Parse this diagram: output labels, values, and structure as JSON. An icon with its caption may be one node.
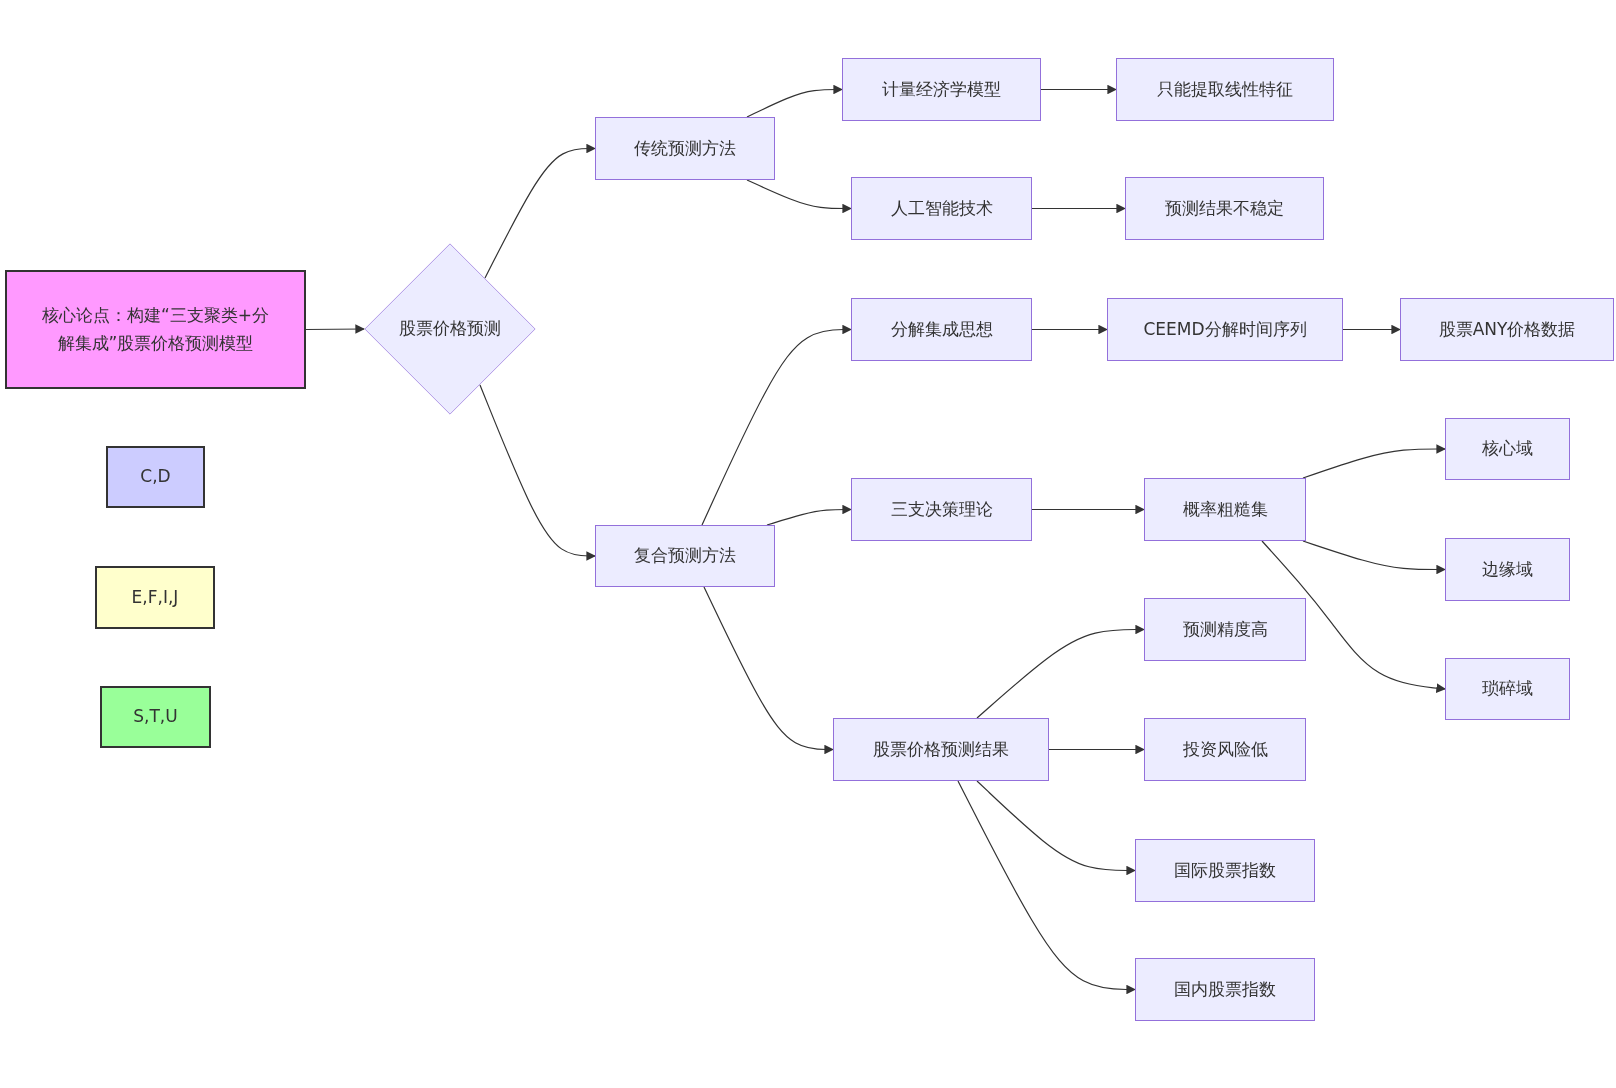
{
  "diagram": {
    "nodes": [
      {
        "text": [
          "核心论点：构建“三支聚类+分解集成”股票价格预测模型"
        ]
      },
      {
        "text": [
          "股票价格预测"
        ]
      },
      {
        "text": [
          "传统预测方法"
        ]
      },
      {
        "text": [
          "计量经济学模型"
        ]
      },
      {
        "text": [
          "只能提取线性特征"
        ]
      },
      {
        "text": [
          "人工智能技术"
        ]
      },
      {
        "text": [
          "预测结果不稳定"
        ]
      },
      {
        "text": [
          "复合预测方法"
        ]
      },
      {
        "text": [
          "分解集成思想"
        ]
      },
      {
        "text": [
          "CEEMD分解时间序列"
        ]
      },
      {
        "text": [
          "股票ANY价格数据"
        ]
      },
      {
        "text": [
          "三支决策理论"
        ]
      },
      {
        "text": [
          "概率粗糙集"
        ]
      },
      {
        "text": [
          "核心域"
        ]
      },
      {
        "text": [
          "边缘域"
        ]
      },
      {
        "text": [
          "琐碎域"
        ]
      },
      {
        "text": [
          "股票价格预测结果"
        ]
      },
      {
        "text": [
          "预测精度高"
        ]
      },
      {
        "text": [
          "投资风险低"
        ]
      },
      {
        "text": [
          "国际股票指数"
        ]
      },
      {
        "text": [
          "国内股票指数"
        ]
      },
      {
        "text": [
          "C,D"
        ]
      },
      {
        "text": [
          "E,F,I,J"
        ]
      },
      {
        "text": [
          "S,T,U"
        ]
      }
    ],
    "edges": [
      {
        "from": 0,
        "to": 1,
        "arrow": "to"
      },
      {
        "from": 1,
        "to": 2,
        "arrow": "to"
      },
      {
        "from": 1,
        "to": 7,
        "arrow": "to"
      },
      {
        "from": 2,
        "to": 3,
        "arrow": "to"
      },
      {
        "from": 2,
        "to": 5,
        "arrow": "to"
      },
      {
        "from": 3,
        "to": 4,
        "arrow": "to"
      },
      {
        "from": 5,
        "to": 6,
        "arrow": "to"
      },
      {
        "from": 7,
        "to": 8,
        "arrow": "to"
      },
      {
        "from": 7,
        "to": 11,
        "arrow": "to"
      },
      {
        "from": 7,
        "to": 16,
        "arrow": "to"
      },
      {
        "from": 8,
        "to": 9,
        "arrow": "to"
      },
      {
        "from": 9,
        "to": 10,
        "arrow": "to"
      },
      {
        "from": 11,
        "to": 12,
        "arrow": "to"
      },
      {
        "from": 12,
        "to": 13,
        "arrow": "to"
      },
      {
        "from": 12,
        "to": 14,
        "arrow": "to"
      },
      {
        "from": 12,
        "to": 15,
        "arrow": "to"
      },
      {
        "from": 16,
        "to": 17,
        "arrow": "to"
      },
      {
        "from": 16,
        "to": 18,
        "arrow": "to"
      },
      {
        "from": 16,
        "to": 19,
        "arrow": "to"
      },
      {
        "from": 16,
        "to": 20,
        "arrow": "to"
      }
    ]
  }
}
